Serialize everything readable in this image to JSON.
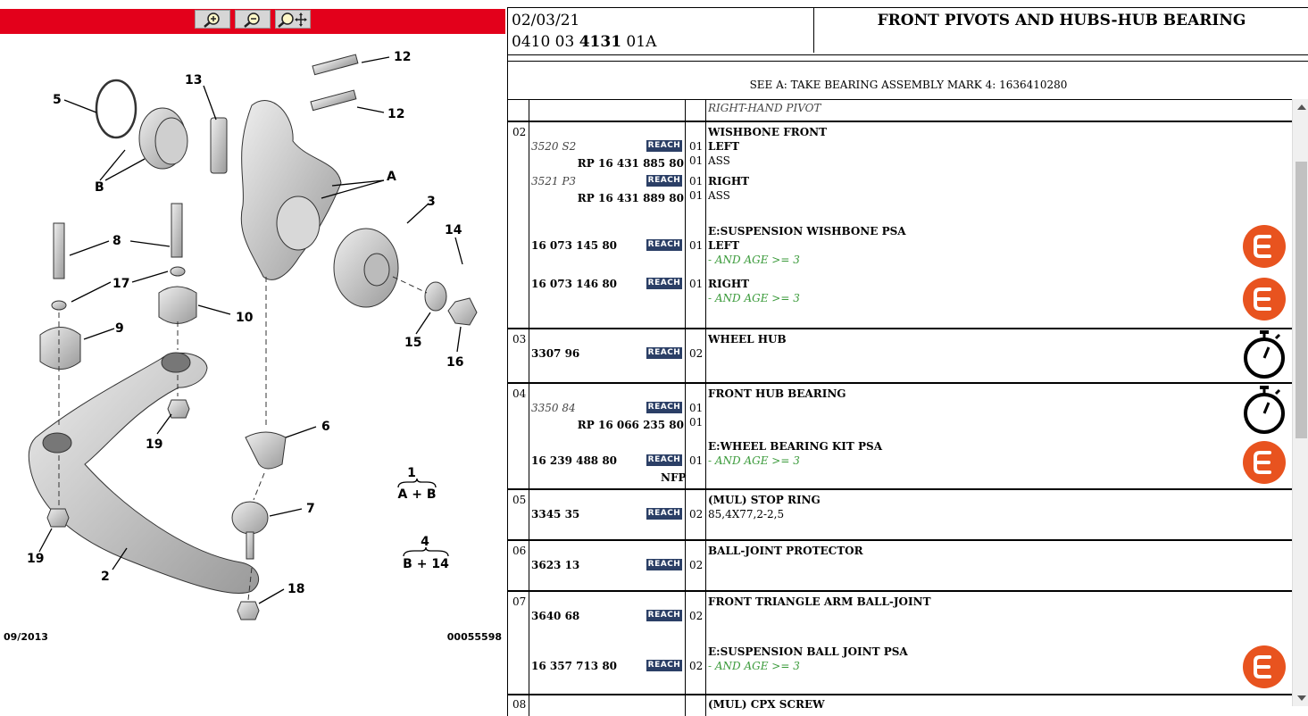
{
  "toolbar": {
    "buttons": [
      {
        "name": "zoom-in",
        "icon": "zoom-in-icon"
      },
      {
        "name": "zoom-out",
        "icon": "zoom-out-icon"
      },
      {
        "name": "pan",
        "icon": "zoom-pan-icon"
      }
    ],
    "color": "#e3001b"
  },
  "diagram": {
    "date": "09/2013",
    "ref": "00055598",
    "callouts": [
      "1",
      "2",
      "3",
      "4",
      "5",
      "6",
      "7",
      "8",
      "9",
      "10",
      "12",
      "12",
      "13",
      "14",
      "15",
      "16",
      "17",
      "18",
      "19",
      "19",
      "A",
      "B"
    ],
    "formula1": {
      "num": "1",
      "den": "A + B"
    },
    "formula2": {
      "num": "4",
      "den": "B + 14"
    }
  },
  "header": {
    "date": "02/03/21",
    "code_prefix": "0410 03 ",
    "code_bold": "4131",
    "code_suffix": " 01A",
    "title": "FRONT PIVOTS AND HUBS-HUB BEARING",
    "note": "SEE A: TAKE BEARING ASSEMBLY MARK 4: 1636410280"
  },
  "rows": {
    "r0": {
      "desc": "RIGHT-HAND PIVOT"
    },
    "r02": {
      "num": "02",
      "a_code": "3520 S2",
      "a_qty": "01",
      "a_desc": "LEFT",
      "a_rp": "RP 16 431 885 80",
      "a_rp_qty": "01",
      "a_rp_desc": "ASS",
      "b_code": "3521 P3",
      "b_qty": "01",
      "b_desc": "RIGHT",
      "b_rp": "RP 16 431 889 80",
      "b_rp_qty": "01",
      "b_rp_desc": "ASS",
      "title": "WISHBONE FRONT",
      "e_title": "E:SUSPENSION WISHBONE PSA",
      "c_code": "16 073 145 80",
      "c_qty": "01",
      "c_desc": "LEFT",
      "c_note": "- AND AGE >= 3",
      "d_code": "16 073 146 80",
      "d_qty": "01",
      "d_desc": "RIGHT",
      "d_note": "- AND AGE >= 3"
    },
    "r03": {
      "num": "03",
      "code": "3307 96",
      "qty": "02",
      "title": "WHEEL HUB"
    },
    "r04": {
      "num": "04",
      "title": "FRONT HUB BEARING",
      "a_code": "3350 84",
      "a_qty": "01",
      "a_rp": "RP 16 066 235 80",
      "a_rp_qty": "01",
      "e_title": "E:WHEEL BEARING KIT PSA",
      "b_code": "16 239 488 80",
      "b_qty": "01",
      "b_note": "- AND AGE >= 3",
      "nfp": "NFP"
    },
    "r05": {
      "num": "05",
      "code": "3345 35",
      "qty": "02",
      "title": "(MUL) STOP RING",
      "detail": "85,4X77,2-2,5"
    },
    "r06": {
      "num": "06",
      "code": "3623 13",
      "qty": "02",
      "title": "BALL-JOINT PROTECTOR"
    },
    "r07": {
      "num": "07",
      "code": "3640 68",
      "qty": "02",
      "title": "FRONT TRIANGLE ARM BALL-JOINT",
      "e_title": "E:SUSPENSION BALL JOINT PSA",
      "b_code": "16 357 713 80",
      "b_qty": "02",
      "b_note": "- AND AGE >= 3"
    },
    "r08": {
      "num": "08",
      "title": "(MUL) CPX SCREW"
    }
  },
  "reach_label": "REACH",
  "colors": {
    "reach": "#2b3f66",
    "e_badge": "#e8531f",
    "green_note": "#3a9a3a"
  }
}
